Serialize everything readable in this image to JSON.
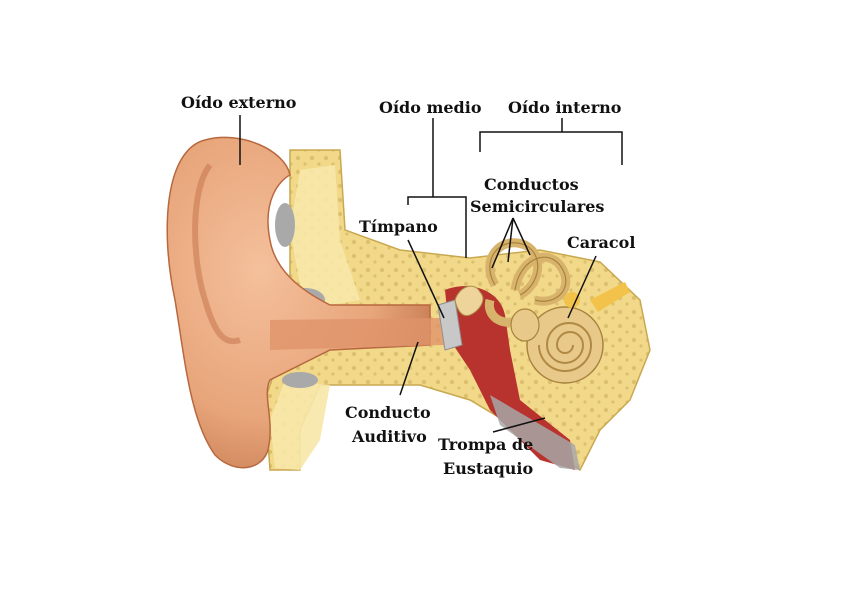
{
  "labels": {
    "outer_ear": "Oído externo",
    "middle_ear": "Oído medio",
    "inner_ear": "Oído interno",
    "semicircular_line1": "Conductos",
    "semicircular_line2": "Semicirculares",
    "eardrum": "Tímpano",
    "cochlea": "Caracol",
    "ear_canal_line1": "Conducto",
    "ear_canal_line2": "Auditivo",
    "eustachian_line1": "Trompa de",
    "eustachian_line2": "Eustaquio"
  },
  "colors": {
    "skin": "#e8a57a",
    "skin_dark": "#c97a52",
    "bone": "#f2d98a",
    "bone_light": "#f7e7a8",
    "bone_pore": "#d9bf6e",
    "cavity_red": "#b8322e",
    "cochlea": "#e9c98a",
    "gray": "#a9a9a9"
  }
}
